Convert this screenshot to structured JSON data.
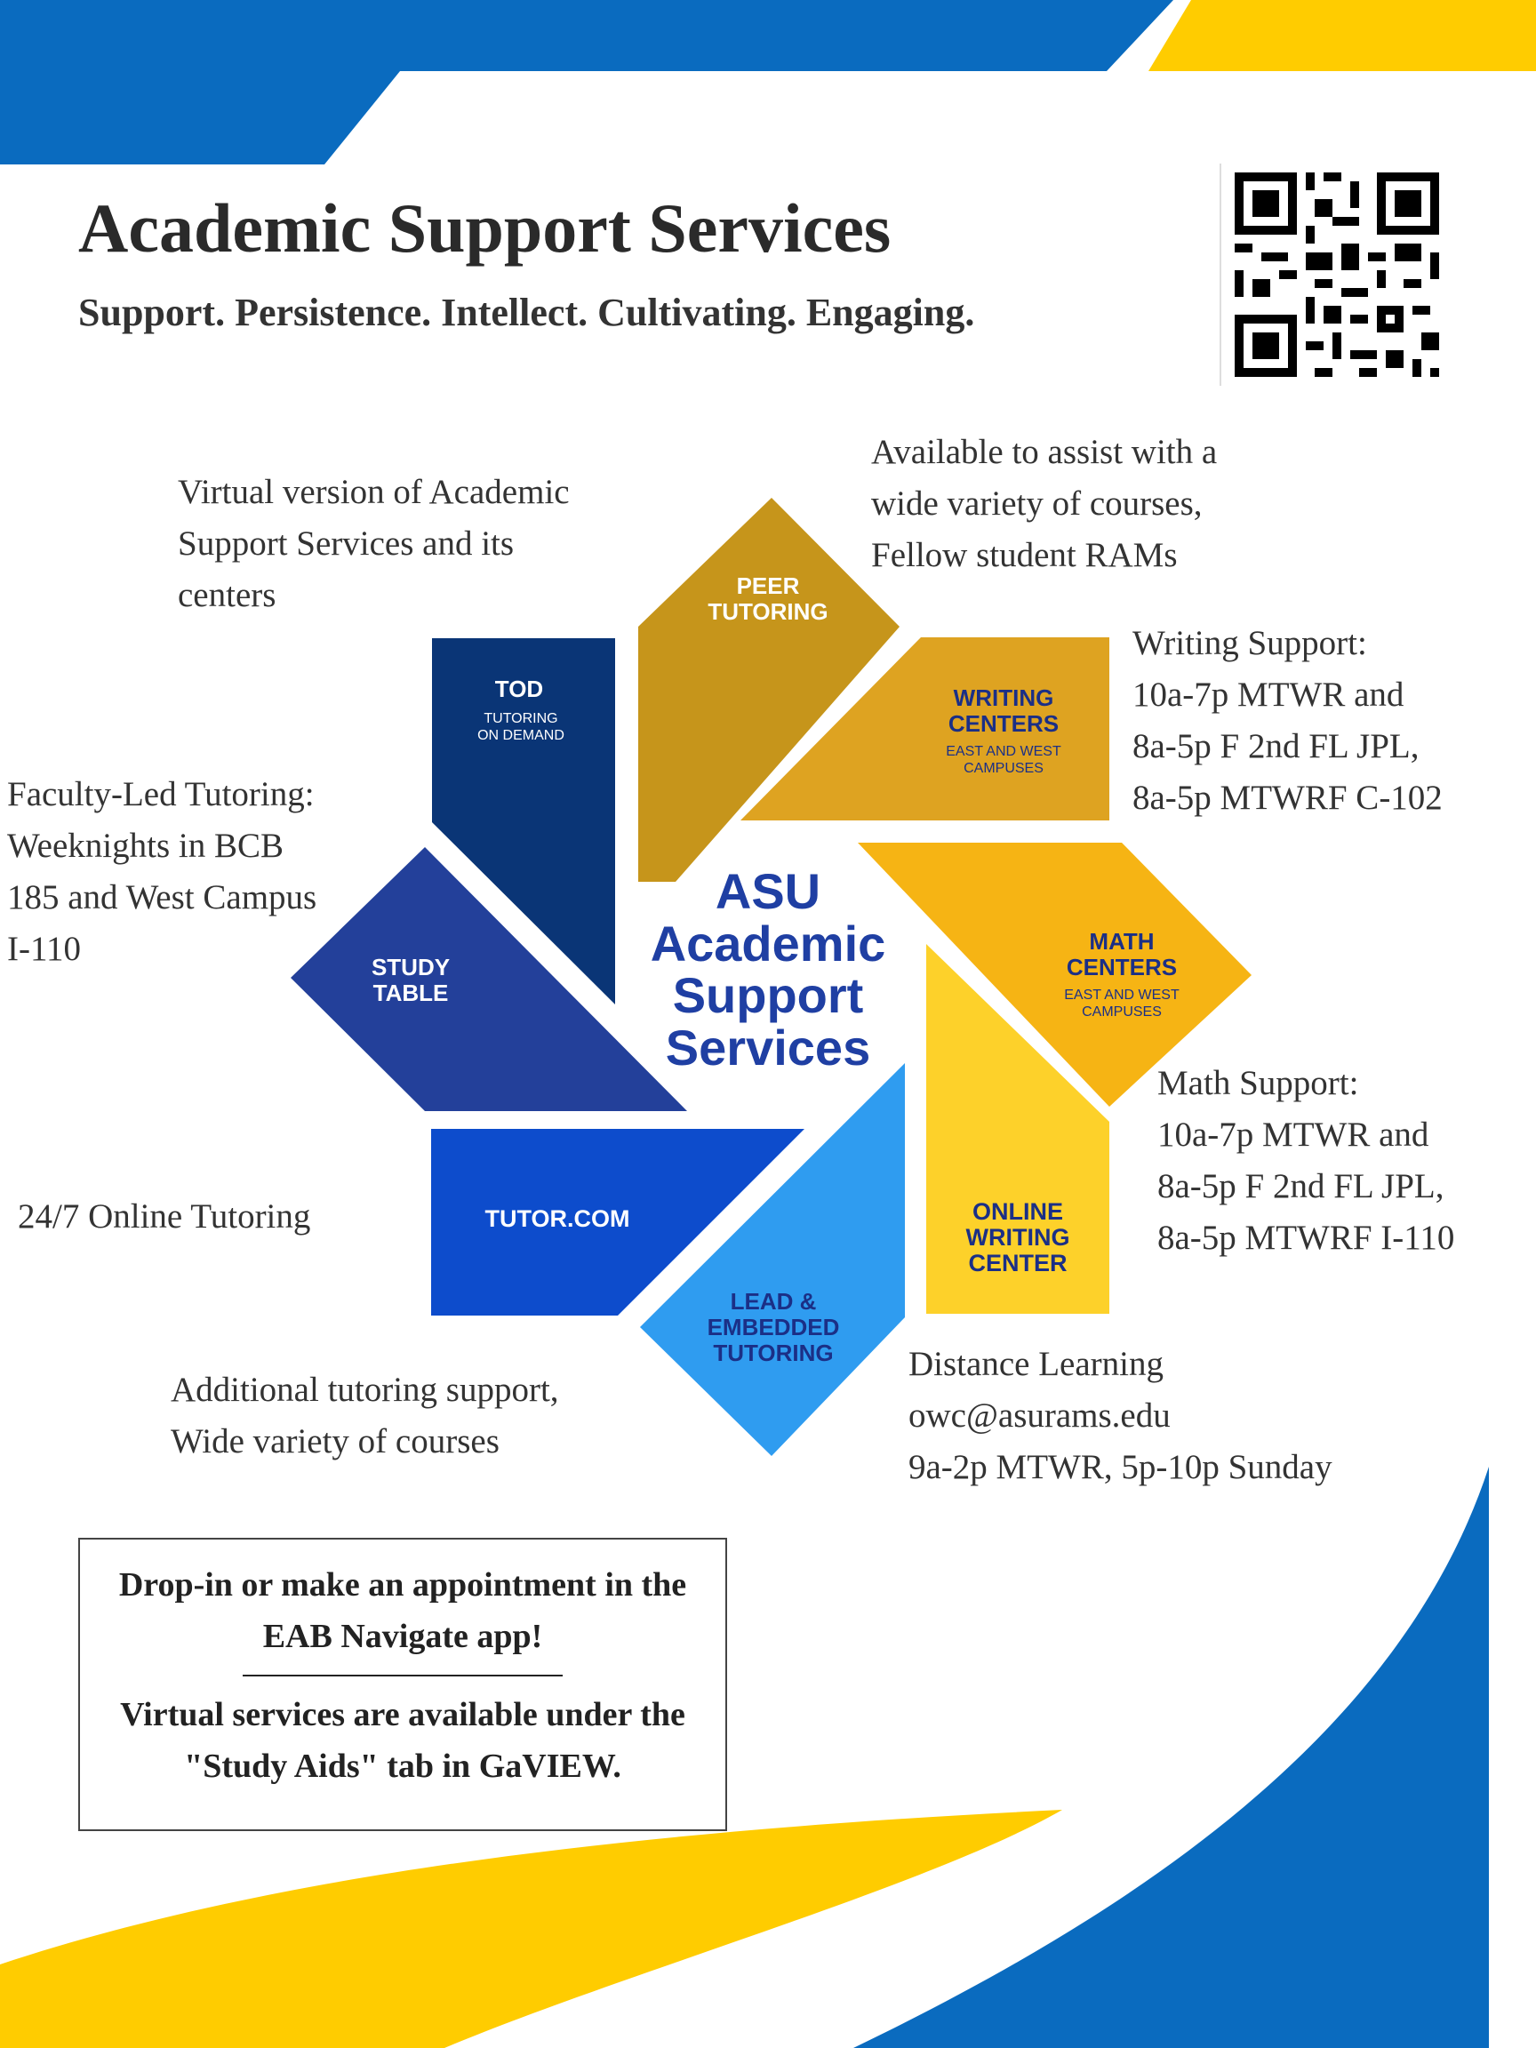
{
  "colors": {
    "blue_dark": "#0b3a7e",
    "blue_header": "#0a6bbf",
    "gold": "#ffcc00",
    "navy_tile": "#0a3576",
    "royal_tile": "#23409a",
    "cobalt_tile": "#0d4ccc",
    "sky_tile": "#2f9cf0",
    "mustard_tile": "#c6951b",
    "amber_tile": "#dea321",
    "orange_tile": "#f6b414",
    "yellow_tile": "#fdd12a"
  },
  "header": {
    "title": "Academic Support Services",
    "subtitle": "Support. Persistence. Intellect. Cultivating. Engaging."
  },
  "center": {
    "line1": "ASU",
    "line2": "Academic",
    "line3": "Support",
    "line4": "Services"
  },
  "tiles": {
    "peer": {
      "title1": "PEER",
      "title2": "TUTORING"
    },
    "writing": {
      "title1": "WRITING",
      "title2": "CENTERS",
      "sub1": "EAST AND WEST",
      "sub2": "CAMPUSES"
    },
    "math": {
      "title1": "MATH",
      "title2": "CENTERS",
      "sub1": "EAST AND WEST",
      "sub2": "CAMPUSES"
    },
    "owc": {
      "title1": "ONLINE",
      "title2": "WRITING",
      "title3": "CENTER"
    },
    "lead": {
      "title1": "LEAD &",
      "title2": "EMBEDDED",
      "title3": "TUTORING"
    },
    "tutorcom": {
      "title1": "TUTOR.COM"
    },
    "study": {
      "title1": "STUDY",
      "title2": "TABLE"
    },
    "tod": {
      "title1": "TOD",
      "sub1": "TUTORING",
      "sub2": "ON DEMAND"
    }
  },
  "notes": {
    "tod": "Virtual version of Academic\nSupport Services and its\ncenters",
    "peer": "Available to assist with a\nwide variety of courses,\nFellow student RAMs",
    "writing": "Writing Support:\n10a-7p MTWR and\n8a-5p F 2nd FL JPL,\n8a-5p MTWRF C-102",
    "faculty": "Faculty-Led Tutoring:\nWeeknights in BCB\n185 and West Campus\nI-110",
    "math": "Math Support:\n10a-7p MTWR and\n8a-5p F 2nd FL JPL,\n8a-5p MTWRF I-110",
    "online": "24/7 Online Tutoring",
    "additional": "Additional tutoring support,\nWide variety of courses",
    "distance": "Distance Learning\nowc@asurams.edu\n9a-2p MTWR, 5p-10p Sunday"
  },
  "callout": {
    "line1": "Drop-in or make an appointment in the",
    "line2": "EAB Navigate app!",
    "line3": "Virtual services are available under the",
    "line4": "\"Study Aids\" tab in GaVIEW."
  }
}
